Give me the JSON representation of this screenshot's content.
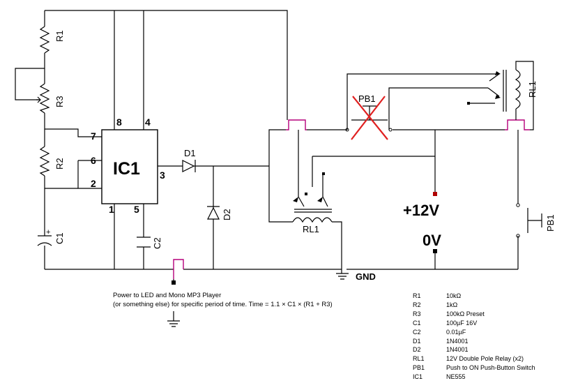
{
  "labels": {
    "r1": "R1",
    "r3": "R3",
    "r2": "R2",
    "c1": "C1",
    "c2": "C2",
    "ic1": "IC1",
    "d1": "D1",
    "d2": "D2",
    "rl1_coil": "RL1",
    "rl1_top": "RL1",
    "pb1_top": "PB1",
    "pb1_right": "PB1",
    "gnd": "GND",
    "plus12v": "+12V",
    "zero_v": "0V",
    "c1_plus": "+"
  },
  "pins": {
    "p7": "7",
    "p6": "6",
    "p2": "2",
    "p8": "8",
    "p4": "4",
    "p3": "3",
    "p1": "1",
    "p5": "5"
  },
  "note": {
    "line1": "Power to LED and Mono MP3 Player",
    "line2": "(or something else) for specific period of time. Time = 1.1 × C1 × (R1 + R3)"
  },
  "bom": [
    {
      "ref": "R1",
      "value": "10kΩ"
    },
    {
      "ref": "R2",
      "value": "1kΩ"
    },
    {
      "ref": "R3",
      "value": "100kΩ Preset"
    },
    {
      "ref": "C1",
      "value": "100µF 16V"
    },
    {
      "ref": "C2",
      "value": "0.01µF"
    },
    {
      "ref": "D1",
      "value": "1N4001"
    },
    {
      "ref": "D2",
      "value": "1N4001"
    },
    {
      "ref": "RL1",
      "value": "12V Double Pole Relay (x2)"
    },
    {
      "ref": "PB1",
      "value": "Push to ON Push-Button Switch"
    },
    {
      "ref": "IC1",
      "value": "NE555"
    }
  ],
  "colors": {
    "wire": "#000000",
    "link": "#b5007a",
    "cross": "#e02020",
    "node": "#b00000"
  }
}
